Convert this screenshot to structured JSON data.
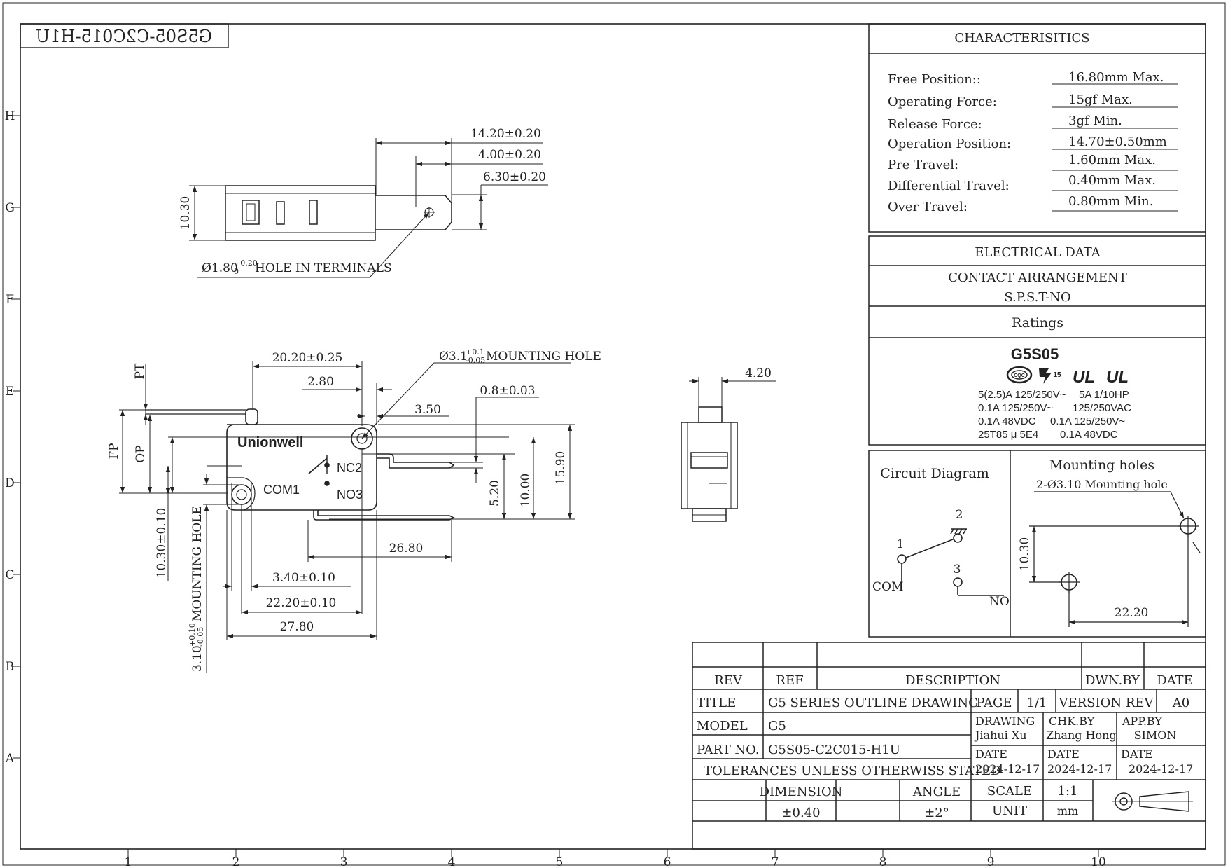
{
  "part_stamp": "G5S05-C2C015-H1U",
  "zones": {
    "columns": [
      "1",
      "2",
      "3",
      "4",
      "5",
      "6",
      "7",
      "8",
      "9",
      "10"
    ],
    "rows": [
      "H",
      "G",
      "F",
      "E",
      "D",
      "C",
      "B",
      "A"
    ]
  },
  "top_view": {
    "dim_1420": "14.20±0.20",
    "dim_400": "4.00±0.20",
    "dim_630": "6.30±0.20",
    "dim_1030": "10.30",
    "hole_note_prefix": "Ø1.80",
    "hole_note_tol_plus": "+0.20",
    "hole_note_tol_minus": "0",
    "hole_note_suffix": "HOLE IN TERMINALS"
  },
  "front_view": {
    "brand": "Unionwell",
    "label_com": "COM1",
    "label_nc": "NC2",
    "label_no": "NO3",
    "pt": "PT",
    "fp": "FP",
    "op": "OP",
    "dim_2020": "20.20±0.25",
    "dim_280": "2.80",
    "dim_350": "3.50",
    "dim_008": "0.8±0.03",
    "mount_note_prefix": "Ø3.1",
    "mount_note_tol_plus": "+0.1",
    "mount_note_tol_minus": "-0.05",
    "mount_note_suffix": "MOUNTING HOLE",
    "dim_520": "5.20",
    "dim_1000": "10.00",
    "dim_1590": "15.90",
    "dim_2680": "26.80",
    "dim_340": "3.40±0.10",
    "dim_2220": "22.20±0.10",
    "dim_2780": "27.80",
    "dim_1030": "10.30±0.10",
    "mh_prefix": "3.10",
    "mh_tol_plus": "+0.10",
    "mh_tol_minus": "-0.05",
    "mh_suffix": "MOUNTING HOLE"
  },
  "side_view": {
    "dim_420": "4.20"
  },
  "characteristics": {
    "title": "CHARACTERISITICS",
    "rows": [
      {
        "label": "Free Position::",
        "value": "16.80mm Max."
      },
      {
        "label": "Operating Force:",
        "value": "15gf Max."
      },
      {
        "label": "Release Force:",
        "value": "3gf Min."
      },
      {
        "label": "Operation Position:",
        "value": "14.70±0.50mm"
      },
      {
        "label": "Pre Travel:",
        "value": "1.60mm Max."
      },
      {
        "label": "Differential Travel:",
        "value": "0.40mm Max."
      },
      {
        "label": "Over Travel:",
        "value": "0.80mm Min."
      }
    ]
  },
  "electrical": {
    "title": "ELECTRICAL DATA",
    "contact_title": "CONTACT ARRANGEMENT",
    "contact_value": "S.P.S.T-NO",
    "ratings_title": "Ratings",
    "model": "G5S05",
    "cert_cqc": "CQC",
    "cert_enec": "15",
    "cert_ul": "UL",
    "lines": [
      [
        "5(2.5)A 125/250V~",
        "5A 1/10HP"
      ],
      [
        "0.1A 125/250V~",
        "125/250VAC"
      ],
      [
        "0.1A 48VDC",
        "0.1A 125/250V~"
      ],
      [
        "25T85 μ 5E4",
        "0.1A 48VDC"
      ]
    ]
  },
  "circuit": {
    "title": "Circuit Diagram",
    "n1": "1",
    "n2": "2",
    "n3": "3",
    "com": "COM",
    "no": "NO"
  },
  "mounting": {
    "title": "Mounting holes",
    "note": "2-Ø3.10 Mounting hole",
    "dim_v": "10.30",
    "dim_h": "22.20"
  },
  "title_block": {
    "rev": "REV",
    "ref": "REF",
    "description": "DESCRIPTION",
    "dwn_by": "DWN.BY",
    "date": "DATE",
    "title_label": "TITLE",
    "title_value": "G5 SERIES OUTLINE DRAWING",
    "page_label": "PAGE",
    "page_value": "1/1",
    "version_label": "VERSION REV",
    "version_value": "A0",
    "model_label": "MODEL",
    "model_value": "G5",
    "drawing_label": "DRAWING",
    "drawing_value": "Jiahui Xu",
    "chk_label": "CHK.BY",
    "chk_value": "Zhang Hong",
    "app_label": "APP.BY",
    "app_value": "SIMON",
    "part_label": "PART NO.",
    "part_value": "G5S05-C2C015-H1U",
    "date1_label": "DATE",
    "date1_value": "2024-12-17",
    "date2_label": "DATE",
    "date2_value": "2024-12-17",
    "date3_label": "DATE",
    "date3_value": "2024-12-17",
    "tolerances": "TOLERANCES UNLESS OTHERWISS STATED",
    "dimension_label": "DIMENSION",
    "dimension_value": "±0.40",
    "angle_label": "ANGLE",
    "angle_value": "±2°",
    "scale_label": "SCALE",
    "scale_value": "1:1",
    "unit_label": "UNIT",
    "unit_value": "mm"
  }
}
